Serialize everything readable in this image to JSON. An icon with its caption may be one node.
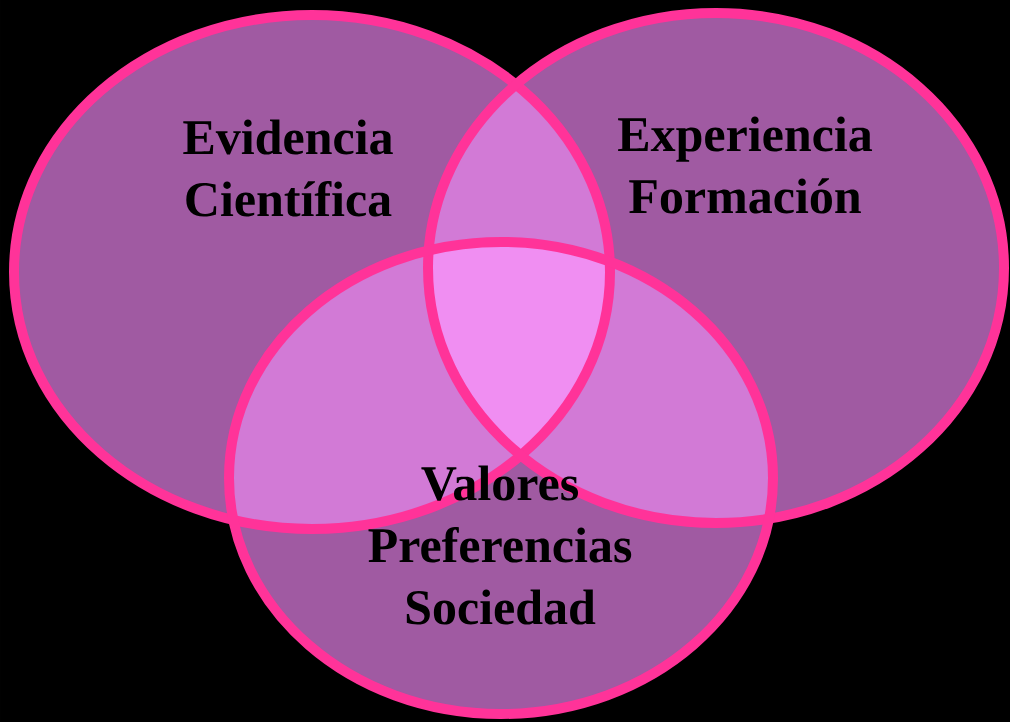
{
  "diagram": {
    "nodes": [
      {
        "text": [
          "Evidencia Científica"
        ]
      },
      {
        "text": [
          "Experiencia Formación"
        ]
      },
      {
        "text": [
          "Valores Preferencias Sociedad"
        ]
      }
    ]
  }
}
